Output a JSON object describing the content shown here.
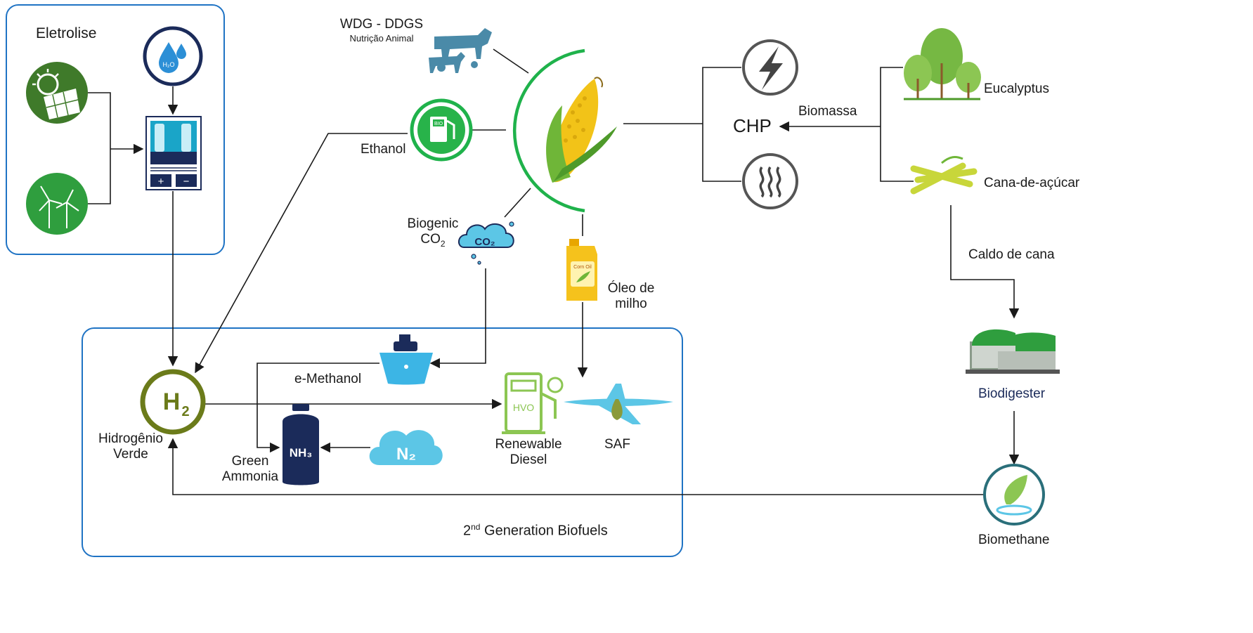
{
  "groups": {
    "electrolysis": "Eletrolise",
    "second_gen": "2nd Generation Biofuels",
    "second_gen_base": "2",
    "second_gen_sup": "nd",
    "second_gen_rest": " Generation Biofuels"
  },
  "nodes": {
    "wdg_title": "WDG - DDGS",
    "wdg_sub": "Nutrição Animal",
    "ethanol": "Ethanol",
    "biogenic_line1": "Biogenic",
    "biogenic_co": "CO",
    "biogenic_sub": "2",
    "oleo_line1": "Óleo de",
    "oleo_line2": "milho",
    "chp": "CHP",
    "biomassa": "Biomassa",
    "eucalyptus": "Eucalyptus",
    "cana": "Cana-de-açúcar",
    "caldo": "Caldo de cana",
    "biodigester": "Biodigester",
    "biomethane": "Biomethane",
    "h2_main": "H",
    "h2_sub": "2",
    "hidrogenio_line1": "Hidrogênio",
    "hidrogenio_line2": "Verde",
    "e_methanol": "e-Methanol",
    "green_line1": "Green",
    "green_line2": "Ammonia",
    "renewable_line1": "Renewable",
    "renewable_line2": "Diesel",
    "saf": "SAF"
  },
  "icon_text": {
    "h2o": "H₂O",
    "co2": "CO₂",
    "n2": "N₂",
    "nh3": "NH₃",
    "hvo": "HVO",
    "bio": "BIO",
    "corn_oil": "Corn Oil",
    "plus": "+",
    "minus": "−"
  },
  "colors": {
    "box_border": "#1f73c4",
    "green_dark": "#3f7a2a",
    "green_bright": "#1fae4b",
    "h2_ring": "#6b7b1a",
    "cloud_blue": "#5cc6e6",
    "navy": "#1b2b5a",
    "biodigester_label": "#1b2b5a"
  },
  "icons": [
    "solar-panel-icon",
    "water-drop-icon",
    "wind-turbine-icon",
    "electrolyzer-icon",
    "cattle-icon",
    "fuel-pump-icon",
    "corn-icon",
    "co2-cloud-icon",
    "oil-bottle-icon",
    "lightning-icon",
    "heat-icon",
    "tree-icon",
    "sugarcane-icon",
    "biodigester-icon",
    "biomethane-icon",
    "ship-icon",
    "ammonia-tank-icon",
    "n2-cloud-icon",
    "hvo-pump-icon",
    "airplane-icon"
  ]
}
